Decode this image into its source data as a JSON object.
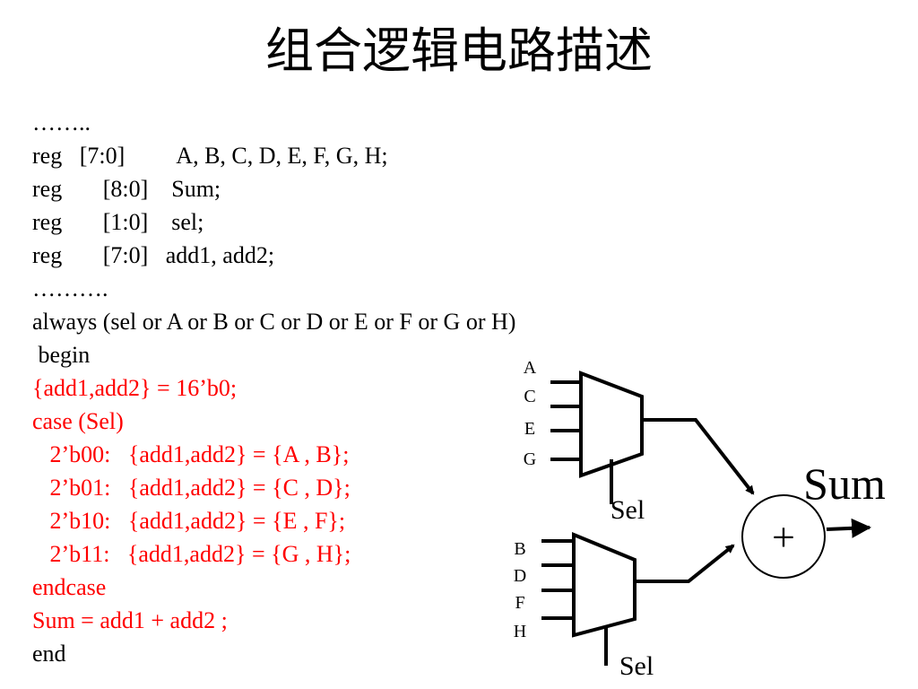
{
  "title": "组合逻辑电路描述",
  "code_lines": [
    {
      "text": "……..",
      "color": "black"
    },
    {
      "text": "reg   [7:0]         A, B, C, D, E, F, G, H;",
      "color": "black"
    },
    {
      "text": "reg       [8:0]    Sum;",
      "color": "black"
    },
    {
      "text": "reg       [1:0]    sel;",
      "color": "black"
    },
    {
      "text": "reg       [7:0]   add1, add2;",
      "color": "black"
    },
    {
      "text": "……….",
      "color": "black"
    },
    {
      "text": "always (sel or A or B or C or D or E or F or G or H)",
      "color": "black"
    },
    {
      "text": " begin",
      "color": "black"
    },
    {
      "text": "{add1,add2} = 16’b0;",
      "color": "red"
    },
    {
      "text": "case (Sel)",
      "color": "red"
    },
    {
      "text": "   2’b00:   {add1,add2} = {A , B};",
      "color": "red"
    },
    {
      "text": "   2’b01:   {add1,add2} = {C , D};",
      "color": "red"
    },
    {
      "text": "   2’b10:   {add1,add2} = {E , F};",
      "color": "red"
    },
    {
      "text": "   2’b11:   {add1,add2} = {G , H};",
      "color": "red"
    },
    {
      "text": "endcase",
      "color": "red"
    },
    {
      "text": "Sum = add1 + add2 ;",
      "color": "red"
    },
    {
      "text": "end",
      "color": "black"
    }
  ],
  "diagram": {
    "mux1_inputs": [
      "A",
      "C",
      "E",
      "G"
    ],
    "mux1_select_label": "Sel",
    "mux2_inputs": [
      "B",
      "D",
      "F",
      "H"
    ],
    "mux2_select_label": "Sel",
    "adder_symbol": "+",
    "output_label": "Sum"
  },
  "colors": {
    "highlight": "#ff0000",
    "text": "#000000",
    "background": "#ffffff"
  }
}
